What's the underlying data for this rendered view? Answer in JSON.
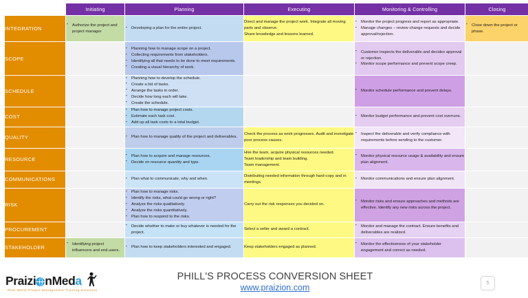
{
  "slide": {
    "title": "PHILL'S PROCESS CONVERSION SHEET",
    "url": "www.praizion.com",
    "page_number": "5",
    "logo": {
      "part1": "Praizi",
      "part2": "n",
      "part3": "Med",
      "part4": "a",
      "tagline": "Real World Project Management Training Solutions"
    },
    "colors": {
      "header_purple": "#7431a6",
      "knowledge_area_orange": "#e28c00",
      "initiating_green": "#c3dba5",
      "planning_blue": "#c3dcf2",
      "executing_yellow": "#fdf982",
      "monitoring_purple": "#e2c9ef",
      "closing_gold": "#fcd26a",
      "empty_gray": "#f2f2f2",
      "link_blue": "#2f6ed0"
    }
  },
  "table": {
    "corner_label": "",
    "columns": [
      "Initiating",
      "Planning",
      "Executing",
      "Monitoring & Controlling",
      "Closing"
    ],
    "rows": [
      {
        "knowledge_area": "INTEGRATION",
        "initiating": [
          "Authorize the project and project manager"
        ],
        "planning": [
          "Developing a plan for the entire project."
        ],
        "executing_text": "Direct and manage the project work. Integrate all moving parts and observe.\nShare knowledge and lessons learned.",
        "monitoring": [
          "Monitor the project progress and report as appropriate.",
          "Manage changes – review change requests and decide approval/rejection."
        ],
        "closing": [
          "Close down the project or phase."
        ]
      },
      {
        "knowledge_area": "SCOPE",
        "initiating": [],
        "planning": [
          "Planning how to manage scope on a project.",
          "Collecting requirements from stakeholders.",
          "Identifying all that needs to be done to meet requirements.",
          "Creating a visual hierarchy of work."
        ],
        "executing_text": "",
        "monitoring": [
          "Customer inspects the deliverable and decides approval or rejection.",
          "Monitor scope performance and prevent scope creep."
        ],
        "closing": []
      },
      {
        "knowledge_area": "SCHEDULE",
        "initiating": [],
        "planning": [
          "Planning how to develop the schedule.",
          "Create a list of tasks.",
          "Arrange the tasks in order.",
          "Decide how long each will take.",
          "Create the schedule."
        ],
        "executing_text": "",
        "monitoring": [
          "Monitor schedule performance and prevent delays."
        ],
        "closing": []
      },
      {
        "knowledge_area": "COST",
        "initiating": [],
        "planning": [
          "Plan how to manage project costs.",
          "Estimate each task cost.",
          "Add up all task costs to a total budget."
        ],
        "executing_text": "",
        "monitoring": [
          "Monitor budget performance and prevent cost overruns."
        ],
        "closing": []
      },
      {
        "knowledge_area": "QUALITY",
        "initiating": [],
        "planning": [
          "Plan how to manage quality of the project and deliverables."
        ],
        "executing_text": "Check the process as work progresses. Audit and investigate poor process causes.",
        "monitoring": [
          "Inspect the deliverable and verify compliance with requirements before sending to the customer."
        ],
        "closing": []
      },
      {
        "knowledge_area": "RESOURCE",
        "initiating": [],
        "planning": [
          "Plan how to acquire and manage resources.",
          "Decide on resource quantity and type."
        ],
        "executing_text": "Hire the team, acquire physical resources needed.\nTeam leadership and team building.\nTeam management.",
        "monitoring": [
          "Monitor physical resource usage & availability and ensure  plan alignment."
        ],
        "closing": []
      },
      {
        "knowledge_area": "COMMUNICATIONS",
        "initiating": [],
        "planning": [
          "Plan what to communicate, why and when."
        ],
        "executing_text": "Distributing needed information through hard-copy and in meetings.",
        "monitoring": [
          "Monitor communications and ensure plan alignment."
        ],
        "closing": []
      },
      {
        "knowledge_area": "RISK",
        "initiating": [],
        "planning": [
          "Plan how to manage risks.",
          "Identify the risks, what could go wrong or right?",
          "Analyze the risks qualitatively.",
          "Analyze the risks quantitatively.",
          "Plan how to respond to the risks."
        ],
        "executing_text": "Carry out the risk responses you decided on.",
        "monitoring": [
          "Monitor risks and ensure approaches and methods are effective. Identify any new risks across the project."
        ],
        "closing": []
      },
      {
        "knowledge_area": "PROCUREMENT",
        "initiating": [],
        "planning": [
          "Decide whether to make or buy whatever is needed for the project."
        ],
        "executing_text": "Select a seller and award a contract.",
        "monitoring": [
          "Monitor and manage the contract. Ensure benefits and deliverables are realized."
        ],
        "closing": []
      },
      {
        "knowledge_area": "STAKEHOLDER",
        "initiating": [
          "Identifying project influencers and end users."
        ],
        "planning": [
          "Plan how to keep stakeholders interested and engaged."
        ],
        "executing_text": "Keep stakeholders engaged as planned.",
        "monitoring": [
          "Monitor the effectiveness of your stakeholder engagement and correct as needed."
        ],
        "closing": []
      }
    ]
  }
}
